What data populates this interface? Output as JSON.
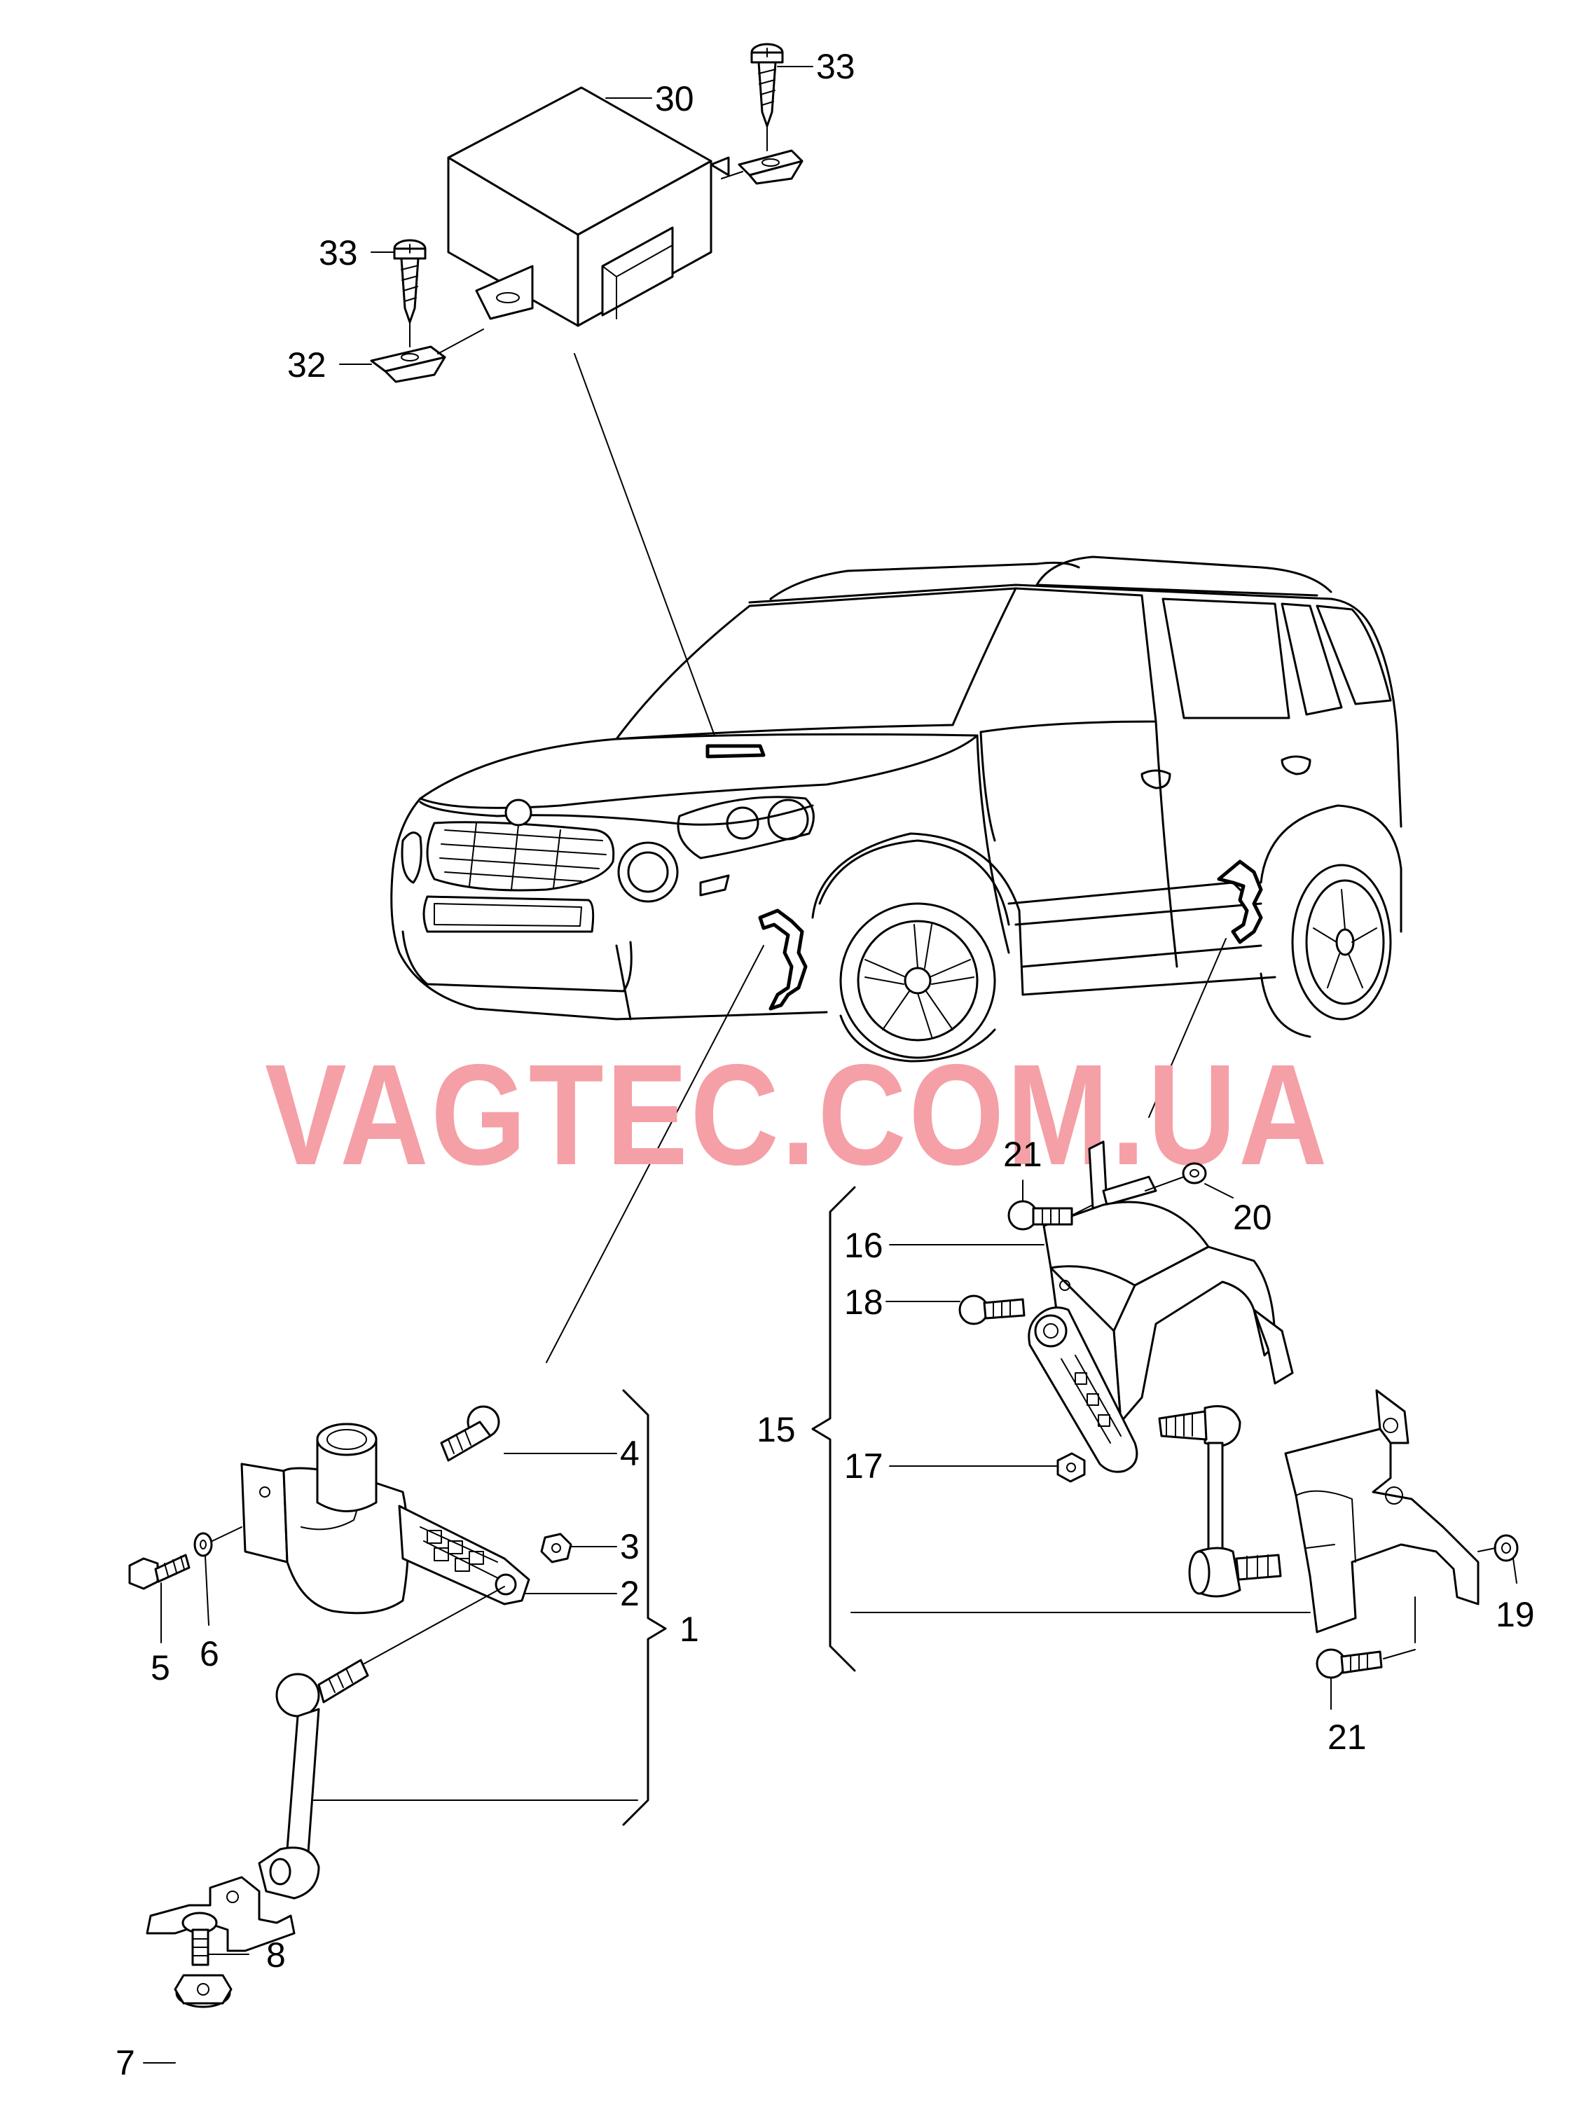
{
  "watermark": "VAGTEC.COM.UA",
  "labels": {
    "p1": "1",
    "p2": "2",
    "p3": "3",
    "p4": "4",
    "p5": "5",
    "p6": "6",
    "p7": "7",
    "p8": "8",
    "p15": "15",
    "p16": "16",
    "p17": "17",
    "p18": "18",
    "p19": "19",
    "p20": "20",
    "p21a": "21",
    "p21b": "21",
    "p30": "30",
    "p32": "32",
    "p33a": "33",
    "p33b": "33"
  }
}
